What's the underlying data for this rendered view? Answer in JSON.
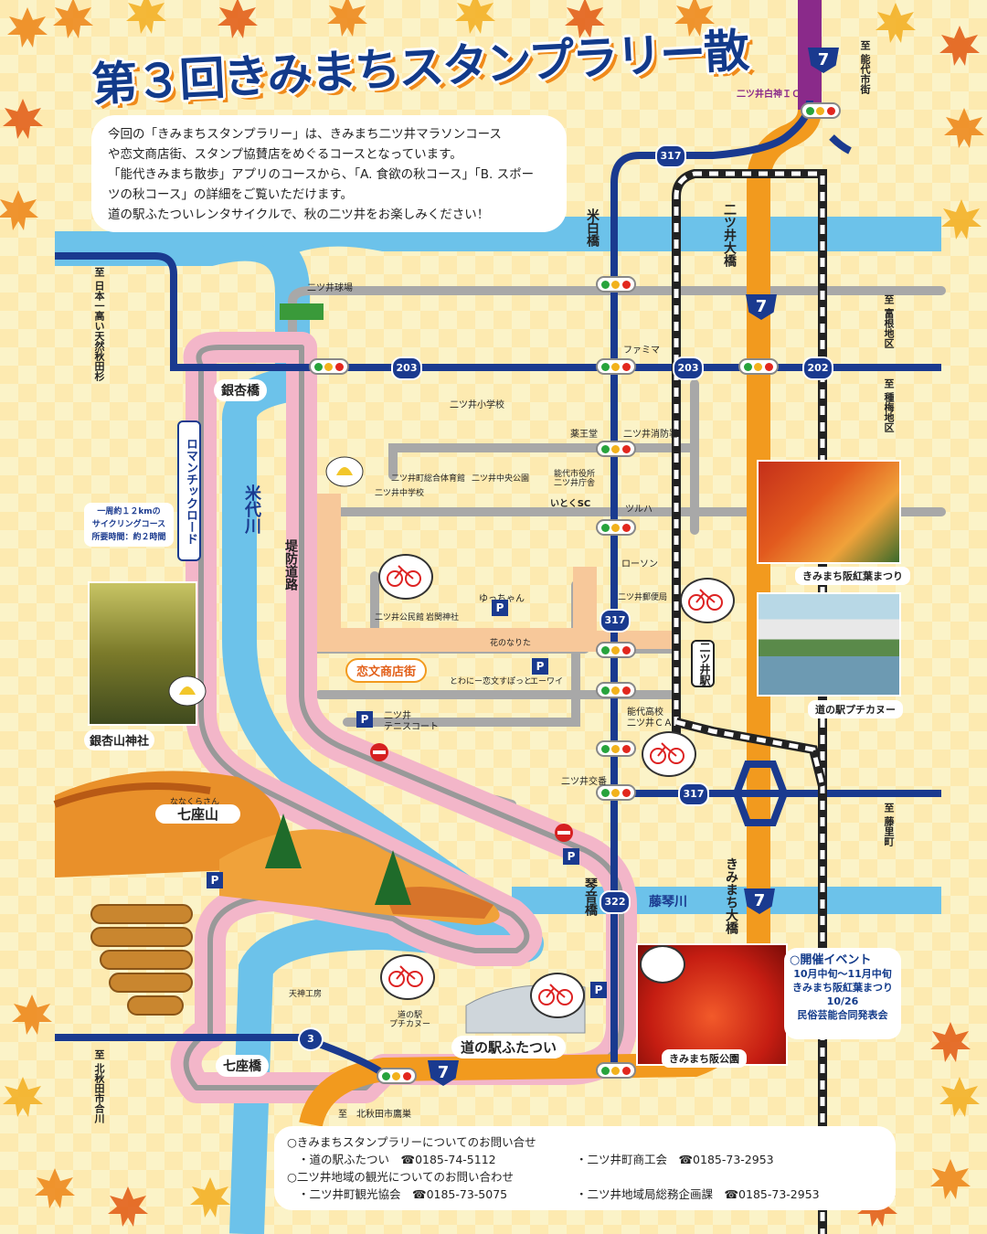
{
  "title": "第３回きみまちスタンプラリー散策マップ",
  "intro": [
    "今回の「きみまちスタンプラリー」は、きみまち二ツ井マラソンコース",
    "や恋文商店街、スタンプ協賛店をめぐるコースとなっています。",
    "「能代きみまち散歩」アプリのコースから、「A. 食欲の秋コース」「B. スポー",
    "ツの秋コース」の詳細をご覧いただけます。",
    "道の駅ふたついレンタサイクルで、秋の二ツ井をお楽しみください！"
  ],
  "routes": {
    "r203": "203",
    "r202": "202",
    "r317": "317",
    "r322": "322",
    "r7": "7",
    "r3": "3"
  },
  "directions": {
    "noshiro": "至 能代市街",
    "ic": "二ツ井白神ＩＣ",
    "nihon": "至 日本一高い天然秋田杉",
    "tomine": "至 富根地区",
    "taneume": "至 種梅地区",
    "fujisato": "至 藤里町",
    "kitaakita": "至 北秋田市合川",
    "kitaakita_ind": "至　北秋田市鷹巣"
  },
  "bridges": {
    "yonehaku": "米白橋",
    "futatsui_ohashi": "二ツ井大橋",
    "ginkyo": "銀杏橋",
    "kotone": "琴音橋",
    "kimimachi_ohashi": "きみまち大橋",
    "nanakura": "七座橋"
  },
  "rivers": {
    "yoneshiro": "米代川",
    "fujikoto": "藤琴川"
  },
  "roads": {
    "romantic": "ロマンチックロード",
    "teibo": "堤防道路"
  },
  "cycle_note": [
    "一周約１２kmの",
    "サイクリングコース",
    "所要時間：約２時間"
  ],
  "places": {
    "stadium": "二ツ井球場",
    "famima": "ファミマ",
    "elem": "二ツ井小学校",
    "yakuodo": "薬王堂",
    "fire": "二ツ井消防署",
    "gym": "二ツ井町総合体育館",
    "park": "二ツ井中央公園",
    "cityhall": "能代市役所\n二ツ井庁舎",
    "jhs": "二ツ井中学校",
    "iseki": "いとくSC",
    "tsuruha": "ツルハ",
    "lawson": "ローソン",
    "post": "二ツ井郵便局",
    "kominkan": "二ツ井公民館",
    "iwaseki": "岩関神社",
    "yucchan": "ゆっちゃん",
    "hananari": "花のなりた",
    "koibumi": "恋文商店街",
    "towani": "とわにー",
    "koibumi_spot": "恋文すぽっと",
    "ewai": "エーワイ",
    "tennis": "二ツ井\nテニスコート",
    "station": "二ツ井駅",
    "noshirohs": "能代高校\n二ツ井ＣＡ",
    "koban": "二ツ井交番",
    "tenjin": "天神工房",
    "canoe_label": "道の駅\nプチカヌー",
    "michinoeki": "道の駅ふたつい",
    "nanakura_reading": "ななくらさん",
    "nanakura_mtn": "七座山",
    "ginkyo_shrine": "銀杏山神社"
  },
  "photos": {
    "momiji": "きみまち阪紅葉まつり",
    "canoe": "道の駅プチカヌー",
    "park": "きみまち阪公園"
  },
  "event": {
    "heading": "○開催イベント",
    "date1": "10月中旬〜11月中旬",
    "name1": "きみまち阪紅葉まつり",
    "date2": "10/26",
    "name2": "民俗芸能合同発表会"
  },
  "contact": {
    "h1": "○きみまちスタンプラリーについてのお問い合せ",
    "l1a": "・道の駅ふたつい　☎0185-74-5112",
    "l1b": "・二ツ井町商工会　☎0185-73-2953",
    "h2": "○二ツ井地域の観光についてのお問い合わせ",
    "l2a": "・二ツ井町観光協会　☎0185-73-5075",
    "l2b": "・二ツ井地域局総務企画課　☎0185-73-2953"
  },
  "colors": {
    "road_nat": "#f29a1e",
    "road_pref": "#1a3a8f",
    "river": "#6cc2ea",
    "local_road": "#a8a8a8",
    "cycle_road": "#f3b6c9",
    "background": "#fbf3c8",
    "rail": "#222222"
  },
  "icons": [
    "maple-leaf-icon",
    "traffic-signal-icon",
    "bicycle-icon",
    "parking-icon",
    "no-entry-icon",
    "ginkgo-leaf-icon",
    "tree-icon"
  ]
}
